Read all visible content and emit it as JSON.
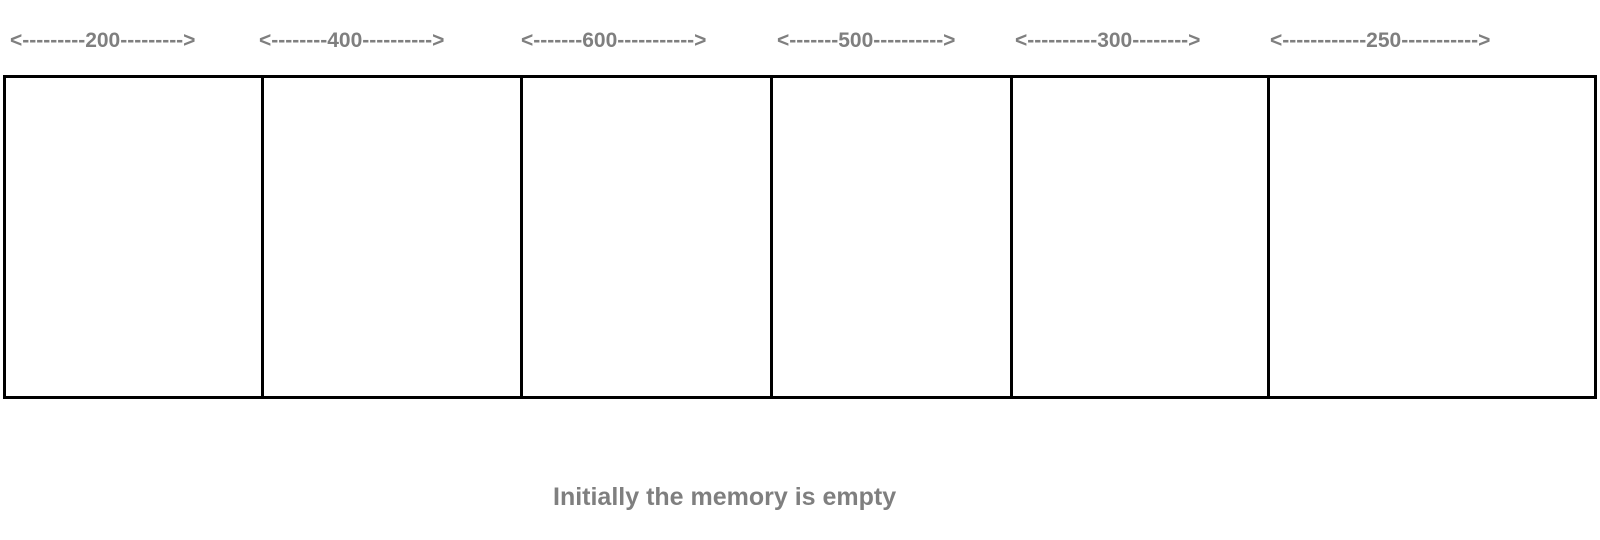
{
  "partitions": [
    {
      "size": 200,
      "label": "<---------200--------->"
    },
    {
      "size": 400,
      "label": "<--------400---------->"
    },
    {
      "size": 600,
      "label": "<-------600----------->"
    },
    {
      "size": 500,
      "label": "<-------500---------->"
    },
    {
      "size": 300,
      "label": "<----------300-------->"
    },
    {
      "size": 250,
      "label": "<------------250----------->"
    }
  ],
  "caption": "Initially the memory is empty"
}
